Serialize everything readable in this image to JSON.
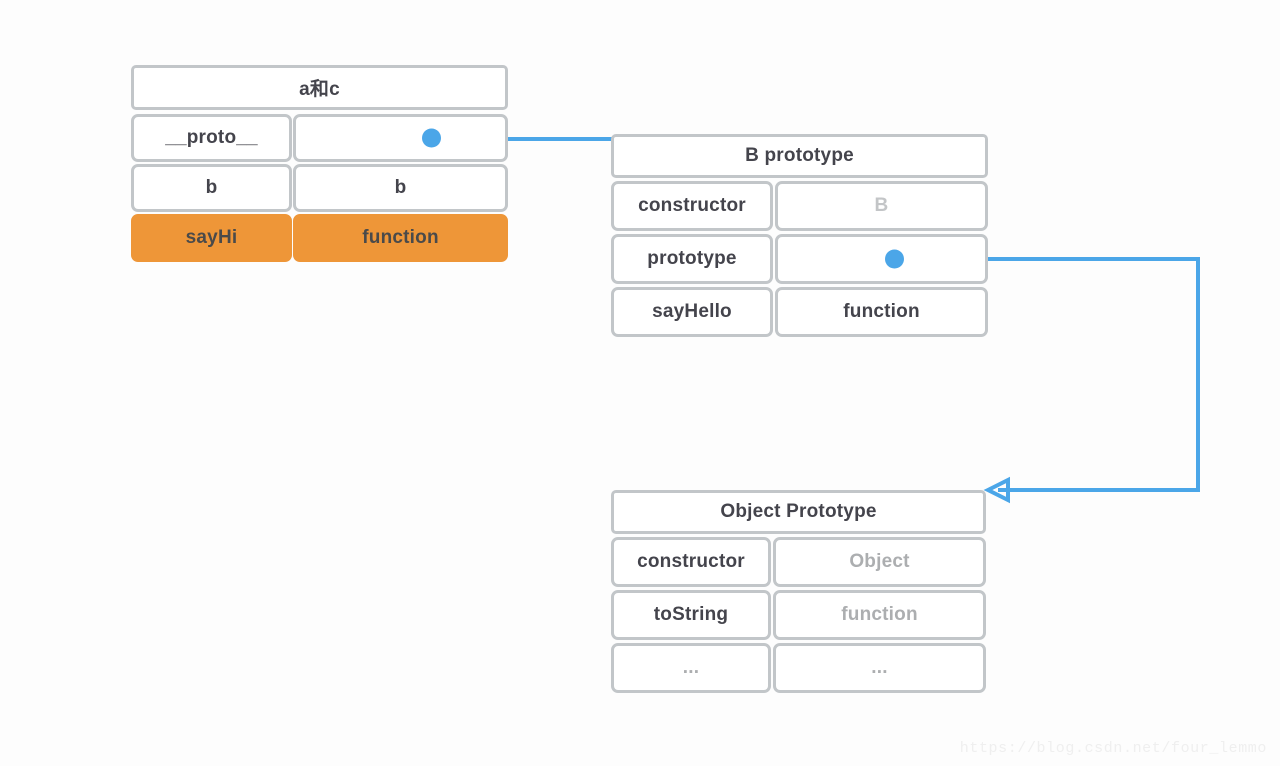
{
  "diagram": {
    "title": "JavaScript prototype chain diagram",
    "background_color": "#fdfdfd",
    "accent_color": "#4ba6e8",
    "highlight_color": "#ee9638",
    "border_color": "#c2c6c9",
    "text_color": "#44444c",
    "muted_text_color": "#c3c5c7"
  },
  "tables": {
    "instance": {
      "header": "a和c",
      "rows": [
        {
          "key": "__proto__",
          "value": "",
          "style": "pointer"
        },
        {
          "key": "b",
          "value": "b",
          "style": "normal"
        },
        {
          "key": "sayHi",
          "value": "function",
          "style": "highlight"
        }
      ]
    },
    "b_prototype": {
      "header": "B prototype",
      "rows": [
        {
          "key": "constructor",
          "value": "B",
          "style": "muted"
        },
        {
          "key": "prototype",
          "value": "",
          "style": "pointer"
        },
        {
          "key": "sayHello",
          "value": "function",
          "style": "normal"
        }
      ]
    },
    "object_prototype": {
      "header": "Object Prototype",
      "rows": [
        {
          "key": "constructor",
          "value": "Object",
          "style": "muted-mid"
        },
        {
          "key": "toString",
          "value": "function",
          "style": "muted-mid"
        },
        {
          "key": "...",
          "value": "...",
          "style": "muted-mid"
        }
      ]
    }
  },
  "connectors": [
    {
      "name": "proto-to-b-prototype",
      "from": "a和c.__proto__",
      "to": "B prototype",
      "arrowhead": false
    },
    {
      "name": "b-prototype-to-object-prototype",
      "from": "B prototype.prototype",
      "to": "Object Prototype",
      "arrowhead": true
    }
  ],
  "watermark": "https://blog.csdn.net/four_lemmo"
}
